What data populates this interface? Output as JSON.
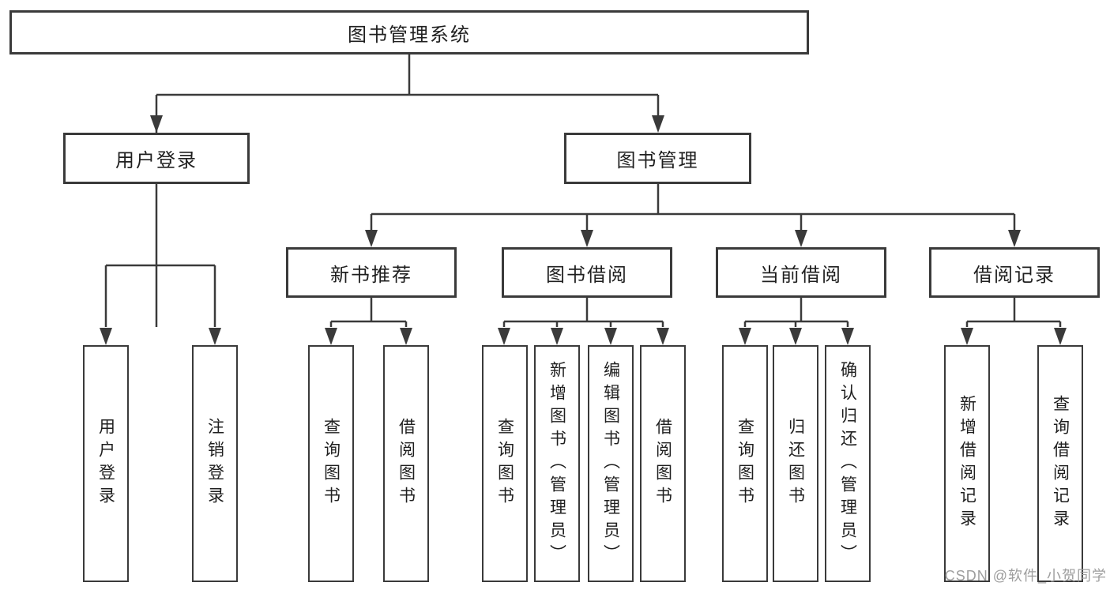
{
  "diagram_type": "hierarchy-tree",
  "colors": {
    "background": "#ffffff",
    "line": "#3a3a3a",
    "box_border": "#3a3a3a",
    "text": "#1f1f1f",
    "watermark": "#9e9e9e"
  },
  "tree": {
    "label": "图书管理系统",
    "children": [
      {
        "label": "用户登录",
        "children": [
          {
            "label": "用户登录"
          },
          {
            "label": "注销登录"
          }
        ]
      },
      {
        "label": "图书管理",
        "children": [
          {
            "label": "新书推荐",
            "children": [
              {
                "label": "查询图书"
              },
              {
                "label": "借阅图书"
              }
            ]
          },
          {
            "label": "图书借阅",
            "children": [
              {
                "label": "查询图书"
              },
              {
                "label": "新增图书（管理员）"
              },
              {
                "label": "编辑图书（管理员）"
              },
              {
                "label": "借阅图书"
              }
            ]
          },
          {
            "label": "当前借阅",
            "children": [
              {
                "label": "查询图书"
              },
              {
                "label": "归还图书"
              },
              {
                "label": "确认归还（管理员）"
              }
            ]
          },
          {
            "label": "借阅记录",
            "children": [
              {
                "label": "新增借阅记录"
              },
              {
                "label": "查询借阅记录"
              }
            ]
          }
        ]
      }
    ]
  },
  "watermark": {
    "text": "CSDN @软件_小贺同学"
  }
}
